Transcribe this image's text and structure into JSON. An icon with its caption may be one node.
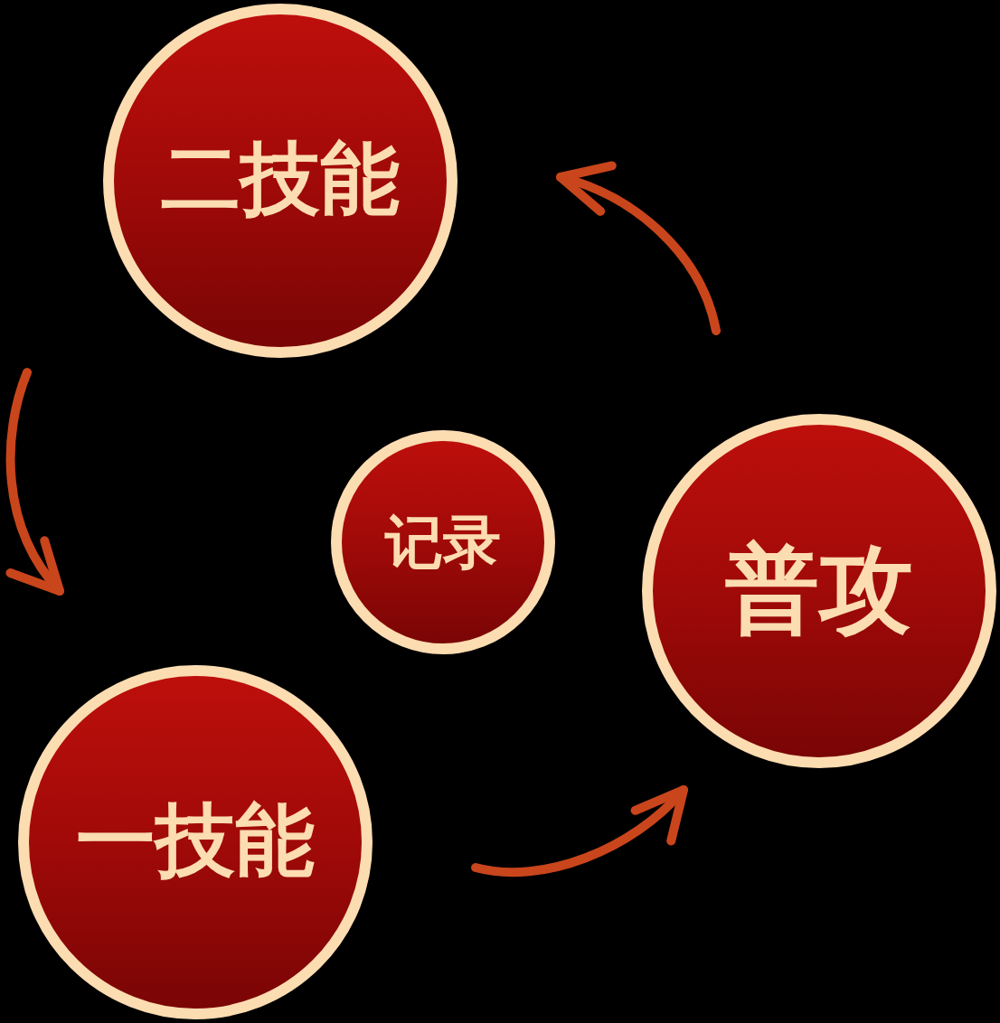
{
  "diagram": {
    "nodes": [
      {
        "text": [
          "二技能"
        ]
      },
      {
        "text": [
          "记录"
        ]
      },
      {
        "text": [
          "普攻"
        ]
      },
      {
        "text": [
          "一技能"
        ]
      }
    ],
    "edges": [
      {
        "from": 0,
        "to": 3,
        "arrow": "to"
      },
      {
        "from": 3,
        "to": 2,
        "arrow": "to"
      },
      {
        "from": 2,
        "to": 0,
        "arrow": "to"
      }
    ]
  }
}
